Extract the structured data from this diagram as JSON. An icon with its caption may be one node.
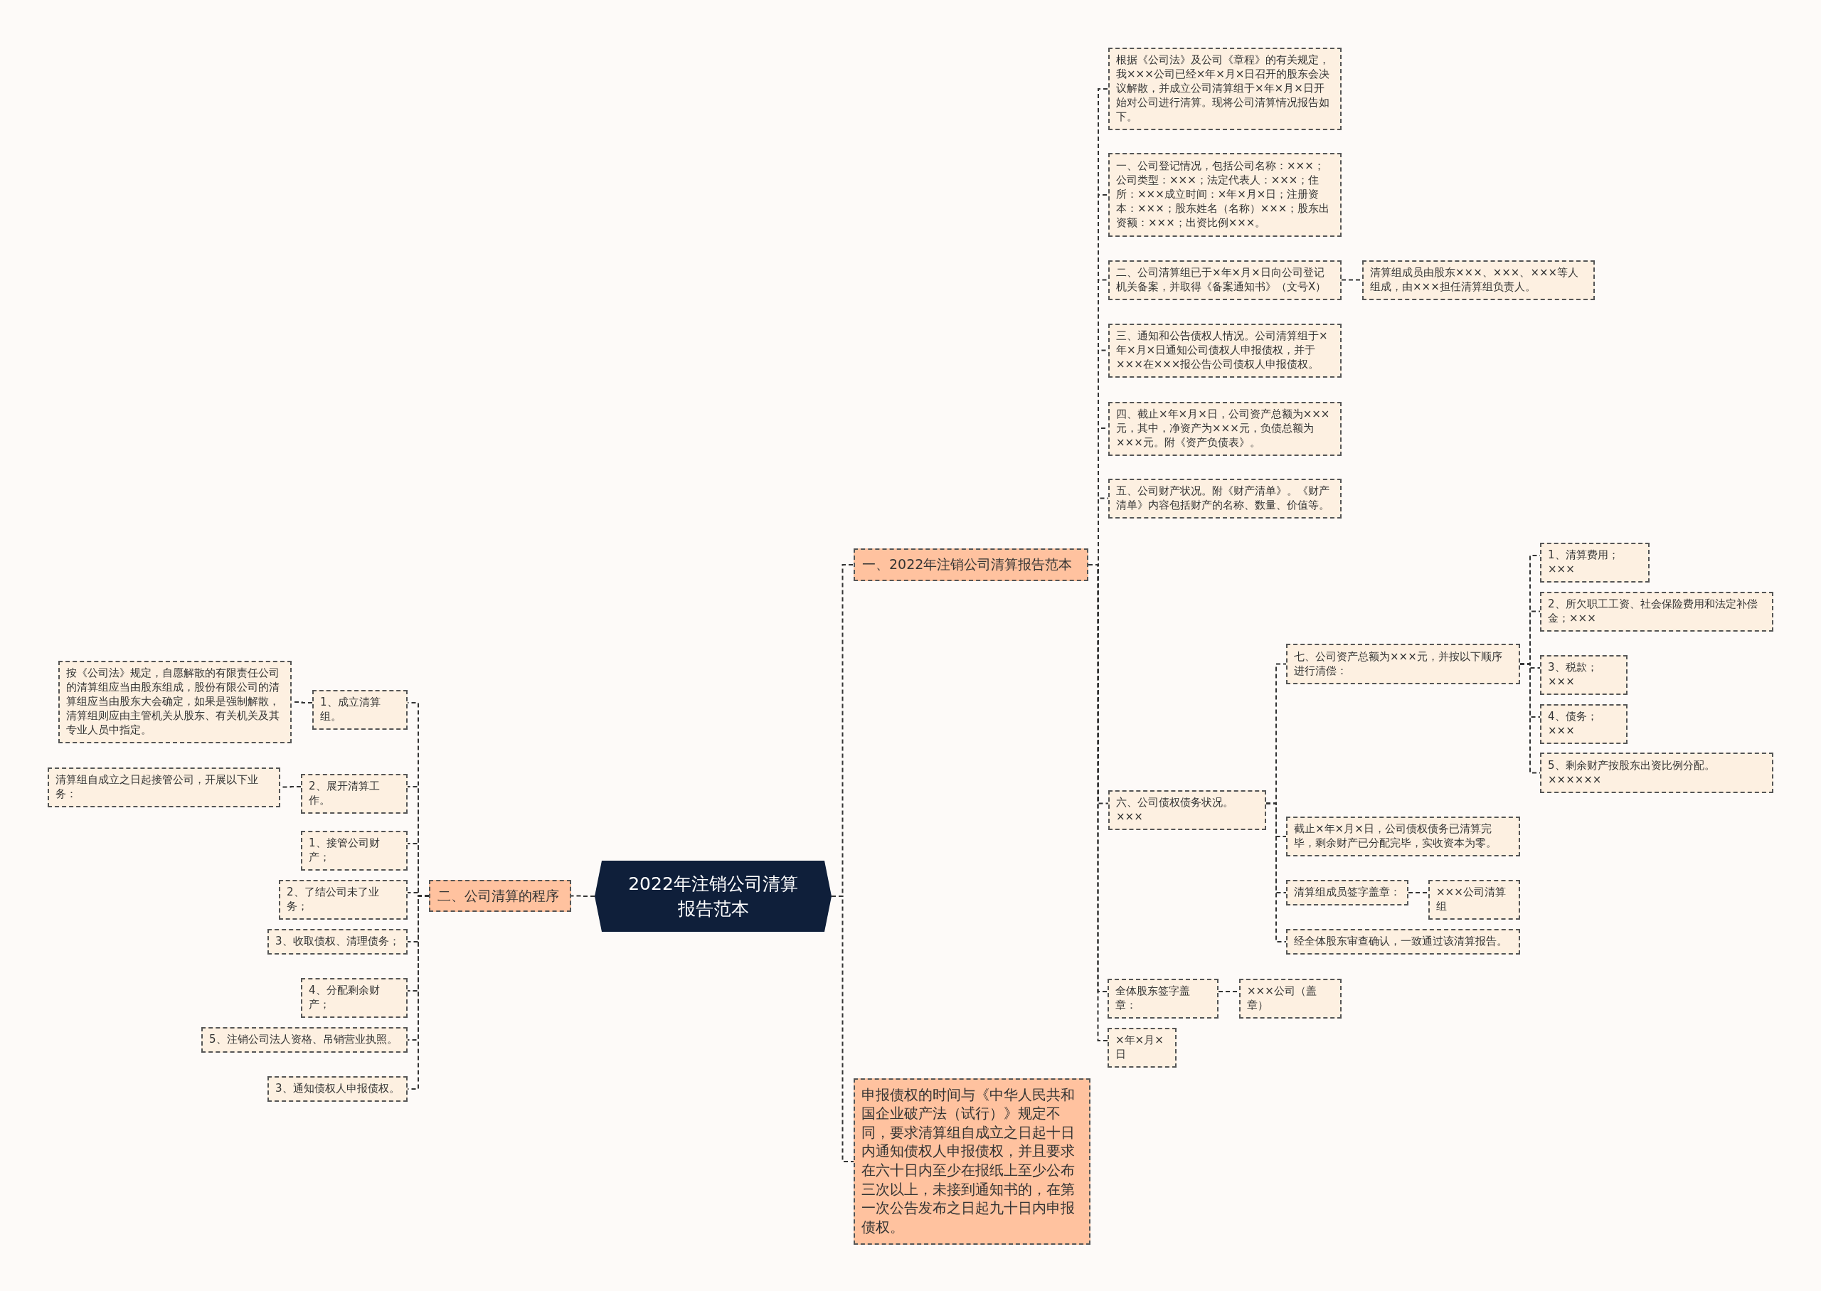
{
  "diagram": {
    "nodes": [
      {
        "text": [
          "2022年注销公司清算报告范本"
        ]
      },
      {
        "text": [
          "一、2022年注销公司清算报告范本"
        ]
      },
      {
        "text": [
          "根据《公司法》及公司《章程》的有关规定，我×××公司已经×年×月×日召开的股东会决议解散，并成立公司清算组于×年×月×日开始对公司进行清算。现将公司清算情况报告如下。"
        ]
      },
      {
        "text": [
          "一、公司登记情况，包括公司名称：×××；公司类型：×××；法定代表人：×××；住所：×××成立时间：×年×月×日；注册资本：×××；股东姓名（名称）×××；股东出资额：×××；出资比例×××。"
        ]
      },
      {
        "text": [
          "二、公司清算组已于×年×月×日向公司登记机关备案，并取得《备案通知书》（文号X）"
        ]
      },
      {
        "text": [
          "清算组成员由股东×××、×××、×××等人组成，由×××担任清算组负责人。"
        ]
      },
      {
        "text": [
          "三、通知和公告债权人情况。公司清算组于×年×月×日通知公司债权人申报债权，并于×××在×××报公告公司债权人申报债权。"
        ]
      },
      {
        "text": [
          "四、截止×年×月×日，公司资产总额为×××元，其中，净资产为×××元，负债总额为×××元。附《资产负债表》。"
        ]
      },
      {
        "text": [
          "五、公司财产状况。附《财产清单》。《财产清单》内容包括财产的名称、数量、价值等。"
        ]
      },
      {
        "text": [
          "六、公司债权债务状况。×××"
        ]
      },
      {
        "text": [
          "七、公司资产总额为×××元，并按以下顺序进行清偿："
        ]
      },
      {
        "text": [
          "1、清算费用；×××"
        ]
      },
      {
        "text": [
          "2、所欠职工工资、社会保险费用和法定补偿金；×××"
        ]
      },
      {
        "text": [
          "3、税款；×××"
        ]
      },
      {
        "text": [
          "4、债务；×××"
        ]
      },
      {
        "text": [
          "5、剩余财产按股东出资比例分配。××××××"
        ]
      },
      {
        "text": [
          "截止×年×月×日，公司债权债务已清算完毕，剩余财产已分配完毕，实收资本为零。"
        ]
      },
      {
        "text": [
          "清算组成员签字盖章："
        ]
      },
      {
        "text": [
          "×××公司清算组"
        ]
      },
      {
        "text": [
          "经全体股东审查确认，一致通过该清算报告。"
        ]
      },
      {
        "text": [
          "全体股东签字盖章："
        ]
      },
      {
        "text": [
          "×××公司（盖章）"
        ]
      },
      {
        "text": [
          "×年×月×日"
        ]
      },
      {
        "text": [
          "申报债权的时间与《中华人民共和国企业破产法（试行）》规定不同，要求清算组自成立之日起十日内通知债权人申报债权，并且要求在六十日内至少在报纸上至少公布三次以上，未接到通知书的，在第一次公告发布之日起九十日内申报债权。"
        ]
      },
      {
        "text": [
          "二、公司清算的程序"
        ]
      },
      {
        "text": [
          "1、成立清算组。"
        ]
      },
      {
        "text": [
          "按《公司法》规定，自愿解散的有限责任公司的清算组应当由股东组成，股份有限公司的清算组应当由股东大会确定，如果是强制解散，清算组则应由主管机关从股东、有关机关及其专业人员中指定。"
        ]
      },
      {
        "text": [
          "2、展开清算工作。"
        ]
      },
      {
        "text": [
          "清算组自成立之日起接管公司，开展以下业务："
        ]
      },
      {
        "text": [
          "1、接管公司财产；"
        ]
      },
      {
        "text": [
          "2、了结公司未了业务；"
        ]
      },
      {
        "text": [
          "3、收取债权、清理债务；"
        ]
      },
      {
        "text": [
          "4、分配剩余财产；"
        ]
      },
      {
        "text": [
          "5、注销公司法人资格、吊销营业执照。"
        ]
      },
      {
        "text": [
          "3、通知债权人申报债权。"
        ]
      }
    ],
    "edges": [
      {
        "from": 0,
        "to": 1,
        "arrow": "none"
      },
      {
        "from": 0,
        "to": 23,
        "arrow": "none"
      },
      {
        "from": 0,
        "to": 24,
        "arrow": "none"
      },
      {
        "from": 1,
        "to": 2,
        "arrow": "none"
      },
      {
        "from": 1,
        "to": 3,
        "arrow": "none"
      },
      {
        "from": 1,
        "to": 4,
        "arrow": "none"
      },
      {
        "from": 4,
        "to": 5,
        "arrow": "none"
      },
      {
        "from": 1,
        "to": 6,
        "arrow": "none"
      },
      {
        "from": 1,
        "to": 7,
        "arrow": "none"
      },
      {
        "from": 1,
        "to": 8,
        "arrow": "none"
      },
      {
        "from": 1,
        "to": 9,
        "arrow": "none"
      },
      {
        "from": 9,
        "to": 10,
        "arrow": "none"
      },
      {
        "from": 10,
        "to": 11,
        "arrow": "none"
      },
      {
        "from": 10,
        "to": 12,
        "arrow": "none"
      },
      {
        "from": 10,
        "to": 13,
        "arrow": "none"
      },
      {
        "from": 10,
        "to": 14,
        "arrow": "none"
      },
      {
        "from": 10,
        "to": 15,
        "arrow": "none"
      },
      {
        "from": 9,
        "to": 16,
        "arrow": "none"
      },
      {
        "from": 9,
        "to": 17,
        "arrow": "none"
      },
      {
        "from": 17,
        "to": 18,
        "arrow": "none"
      },
      {
        "from": 9,
        "to": 19,
        "arrow": "none"
      },
      {
        "from": 1,
        "to": 20,
        "arrow": "none"
      },
      {
        "from": 20,
        "to": 21,
        "arrow": "none"
      },
      {
        "from": 1,
        "to": 22,
        "arrow": "none"
      },
      {
        "from": 24,
        "to": 25,
        "arrow": "none"
      },
      {
        "from": 25,
        "to": 26,
        "arrow": "none"
      },
      {
        "from": 24,
        "to": 27,
        "arrow": "none"
      },
      {
        "from": 27,
        "to": 28,
        "arrow": "none"
      },
      {
        "from": 24,
        "to": 29,
        "arrow": "none"
      },
      {
        "from": 24,
        "to": 30,
        "arrow": "none"
      },
      {
        "from": 24,
        "to": 31,
        "arrow": "none"
      },
      {
        "from": 24,
        "to": 32,
        "arrow": "none"
      },
      {
        "from": 24,
        "to": 33,
        "arrow": "none"
      },
      {
        "from": 24,
        "to": 34,
        "arrow": "none"
      }
    ]
  }
}
